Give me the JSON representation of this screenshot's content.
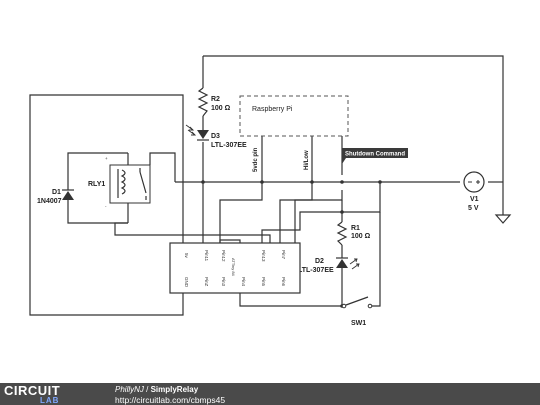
{
  "schematic": {
    "components": {
      "r2": {
        "name": "R2",
        "value": "100 Ω"
      },
      "d3": {
        "name": "D3",
        "value": "LTL-307EE"
      },
      "rpi": {
        "name": "Raspberry Pi"
      },
      "rly1": {
        "name": "RLY1"
      },
      "d1": {
        "name": "D1",
        "value": "1N4007"
      },
      "v1": {
        "name": "V1",
        "value": "5 V"
      },
      "r1": {
        "name": "R1",
        "value": "100 Ω"
      },
      "d2": {
        "name": "D2",
        "value": "LTL-307EE"
      },
      "sw1": {
        "name": "SW1"
      }
    },
    "net_labels": {
      "vdc": "5vdc pin",
      "hilow": "Hi/Low",
      "shutdown": "Shutdown Command"
    },
    "chip_pins_top": [
      "5v",
      "Pin11",
      "Pin12",
      "Pin13",
      "Pin7"
    ],
    "chip_pins_bottom": [
      "GND",
      "PinZ",
      "Pin3",
      "Pin4",
      "Pin5",
      "Pin6"
    ],
    "chip_center_label": "ATTiny 84",
    "relay_marks": [
      "+",
      "-"
    ]
  },
  "footer": {
    "logo_line1": "CIRCUIT",
    "logo_line2_a": "",
    "logo_line2_b": "LAB",
    "author": "PhillyNJ",
    "separator": " / ",
    "title": "SimplyRelay",
    "url": "http://circuitlab.com/cbmps45"
  }
}
